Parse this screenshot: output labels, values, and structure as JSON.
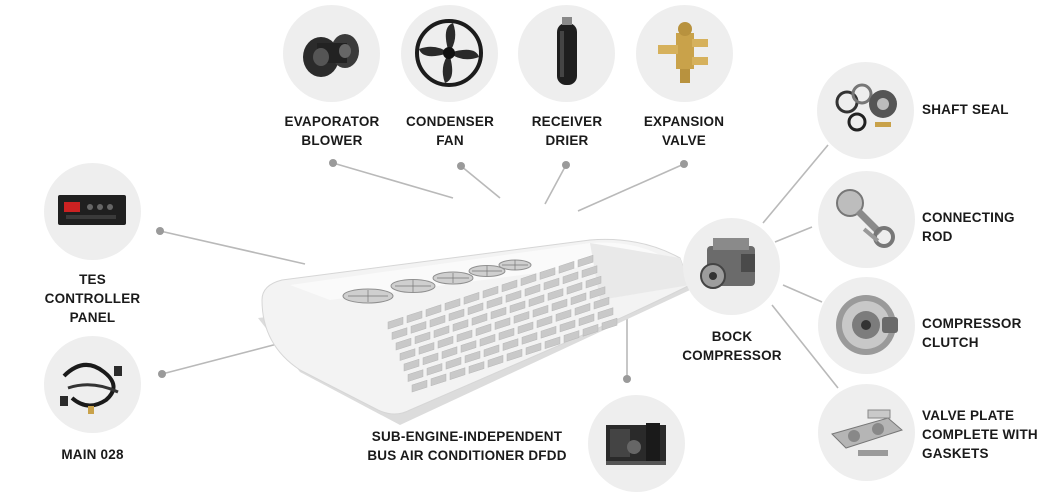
{
  "components": {
    "evaporator_blower": "EVAPORATOR\nBLOWER",
    "condenser_fan": "CONDENSER\nFAN",
    "receiver_drier": "RECEIVER\nDRIER",
    "expansion_valve": "EXPANSION\nVALVE",
    "shaft_seal": "SHAFT SEAL",
    "connecting_rod": "CONNECTING\nROD",
    "compressor_clutch": "COMPRESSOR\nCLUTCH",
    "valve_plate": "VALVE PLATE\nCOMPLETE WITH\nGASKETS",
    "controller_panel": "TES\nCONTROLLER\nPANEL",
    "main_harness": "MAIN 028",
    "bock_compressor": "BOCK\nCOMPRESSOR",
    "air_conditioner": "SUB-ENGINE-INDEPENDENT\nBUS AIR CONDITIONER DFDD"
  },
  "colors": {
    "circle_bg": "#eeeeee",
    "connector_line": "#b9b9b9",
    "dot": "#9a9a9a",
    "unit_body": "#f4f4f4",
    "text": "#1a1a1a"
  }
}
